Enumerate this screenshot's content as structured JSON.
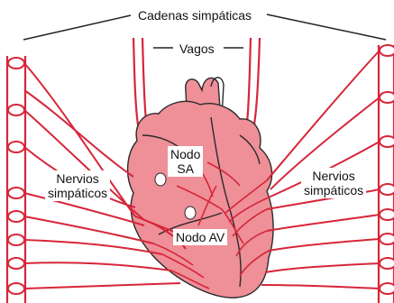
{
  "labels": {
    "sympathetic_chains": "Cadenas simpáticas",
    "vagus": "Vagos",
    "sa_node_line1": "Nodo",
    "sa_node_line2": "SA",
    "av_node": "Nodo AV",
    "nerves_left_line1": "Nervios",
    "nerves_left_line2": "simpáticos",
    "nerves_right_line1": "Nervios",
    "nerves_right_line2": "simpáticos"
  },
  "colors": {
    "nerve_red": "#d7263a",
    "heart_fill": "#ef8f98",
    "heart_outline": "#2a2a2a",
    "pointer_line": "#222222"
  }
}
